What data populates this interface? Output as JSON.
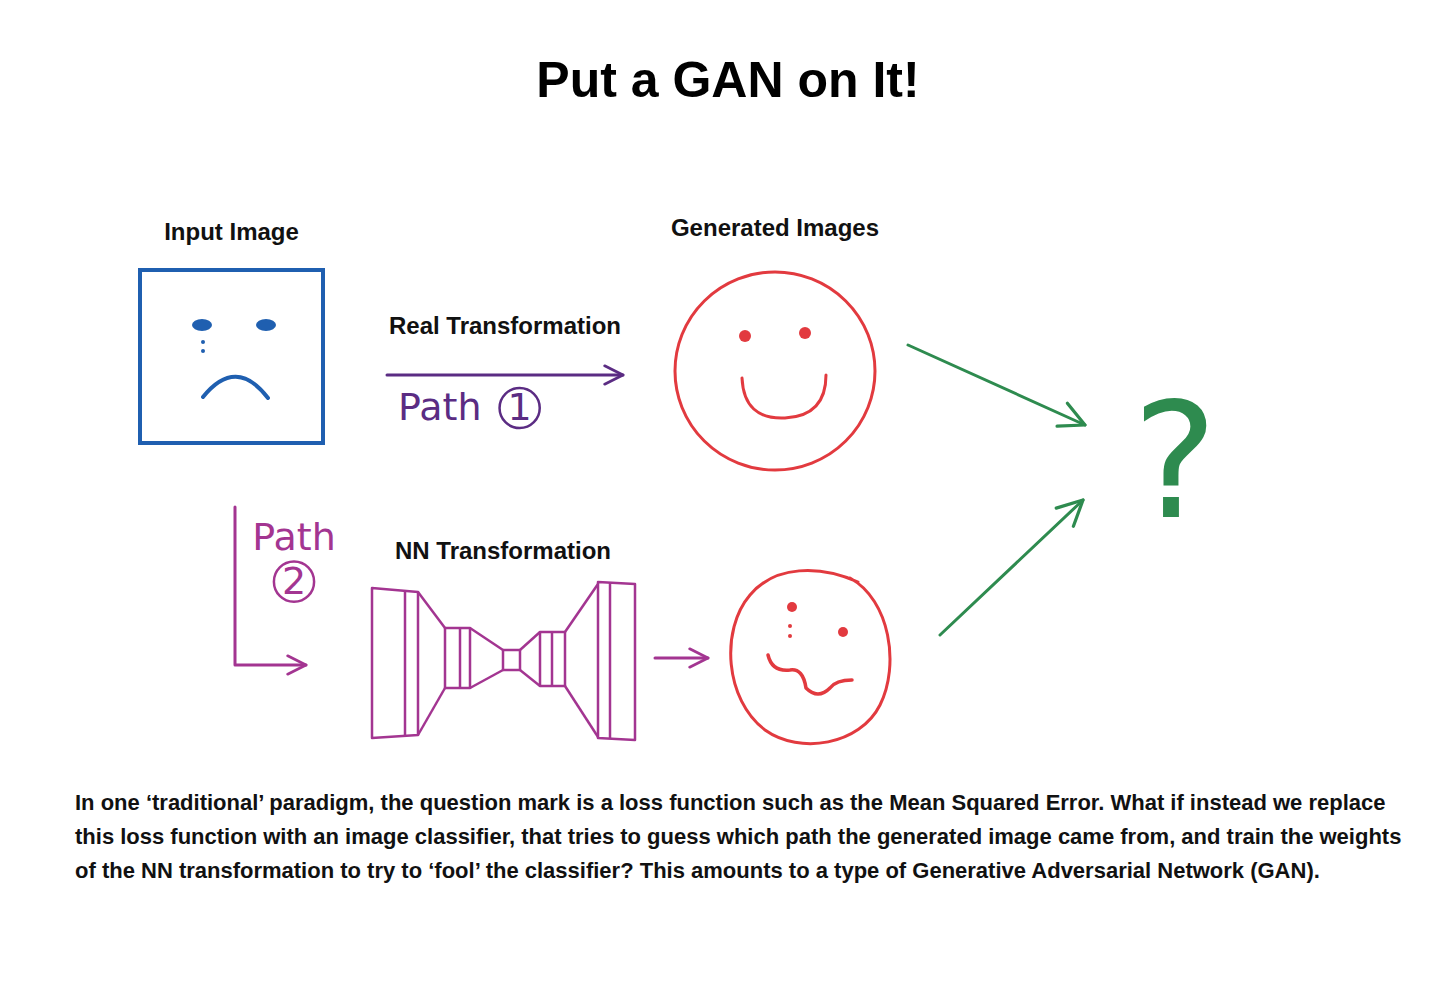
{
  "diagram": {
    "title": "Put a GAN on It!",
    "caption": "In one ‘traditional’ paradigm, the question mark is a loss function such as the Mean Squared Error. What if instead we replace this loss function with an image classifier, that tries to guess which path the generated image came from, and train the weights of the NN transformation to try to ‘fool’ the classifier? This amounts to a type of Generative Adversarial Network (GAN).",
    "nodes": [
      {
        "text": [
          "Input Image"
        ]
      },
      {
        "text": [
          "Generated Images"
        ]
      },
      {
        "text": [
          "NN Transformation"
        ]
      }
    ],
    "edges": [
      {
        "from": 0,
        "to": 1,
        "arrow": "to",
        "label": "Real Transformation"
      },
      {
        "from": 0,
        "to": 2,
        "arrow": "to"
      }
    ],
    "labels": [
      "Path 1",
      "Path 2",
      "?"
    ]
  }
}
